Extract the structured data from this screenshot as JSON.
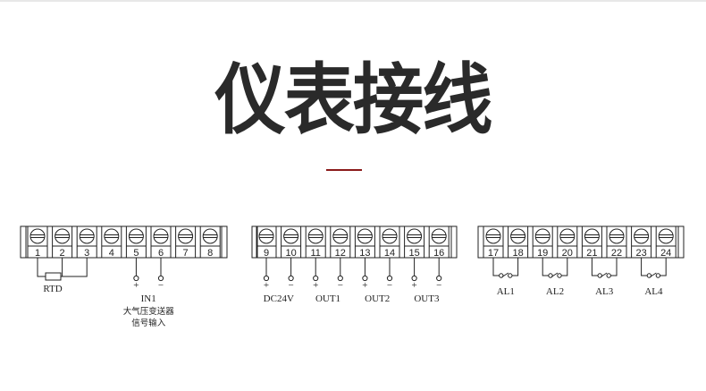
{
  "header": {
    "title": "仪表接线",
    "divider_color": "#8b1a1a",
    "title_color": "#2a2a2a"
  },
  "blocks": [
    {
      "terminals": [
        "1",
        "2",
        "3",
        "4",
        "5",
        "6",
        "7",
        "8"
      ],
      "labels": {
        "rtd": "RTD",
        "in1_plus": "+",
        "in1_minus": "−",
        "in1": "IN1",
        "in1_desc_line1": "大气压变送器",
        "in1_desc_line2": "信号输入"
      }
    },
    {
      "terminals": [
        "9",
        "10",
        "11",
        "12",
        "13",
        "14",
        "15",
        "16"
      ],
      "labels": {
        "signs": [
          "+",
          "−",
          "+",
          "−",
          "+",
          "−",
          "+",
          "−"
        ],
        "groups": [
          "DC24V",
          "OUT1",
          "OUT2",
          "OUT3"
        ]
      }
    },
    {
      "terminals": [
        "17",
        "18",
        "19",
        "20",
        "21",
        "22",
        "23",
        "24"
      ],
      "labels": {
        "groups": [
          "AL1",
          "AL2",
          "AL3",
          "AL4"
        ]
      }
    }
  ],
  "icons": {
    "screw": "screw-terminal-icon",
    "resistor": "resistor-icon",
    "relay_contact": "relay-switch-icon"
  }
}
